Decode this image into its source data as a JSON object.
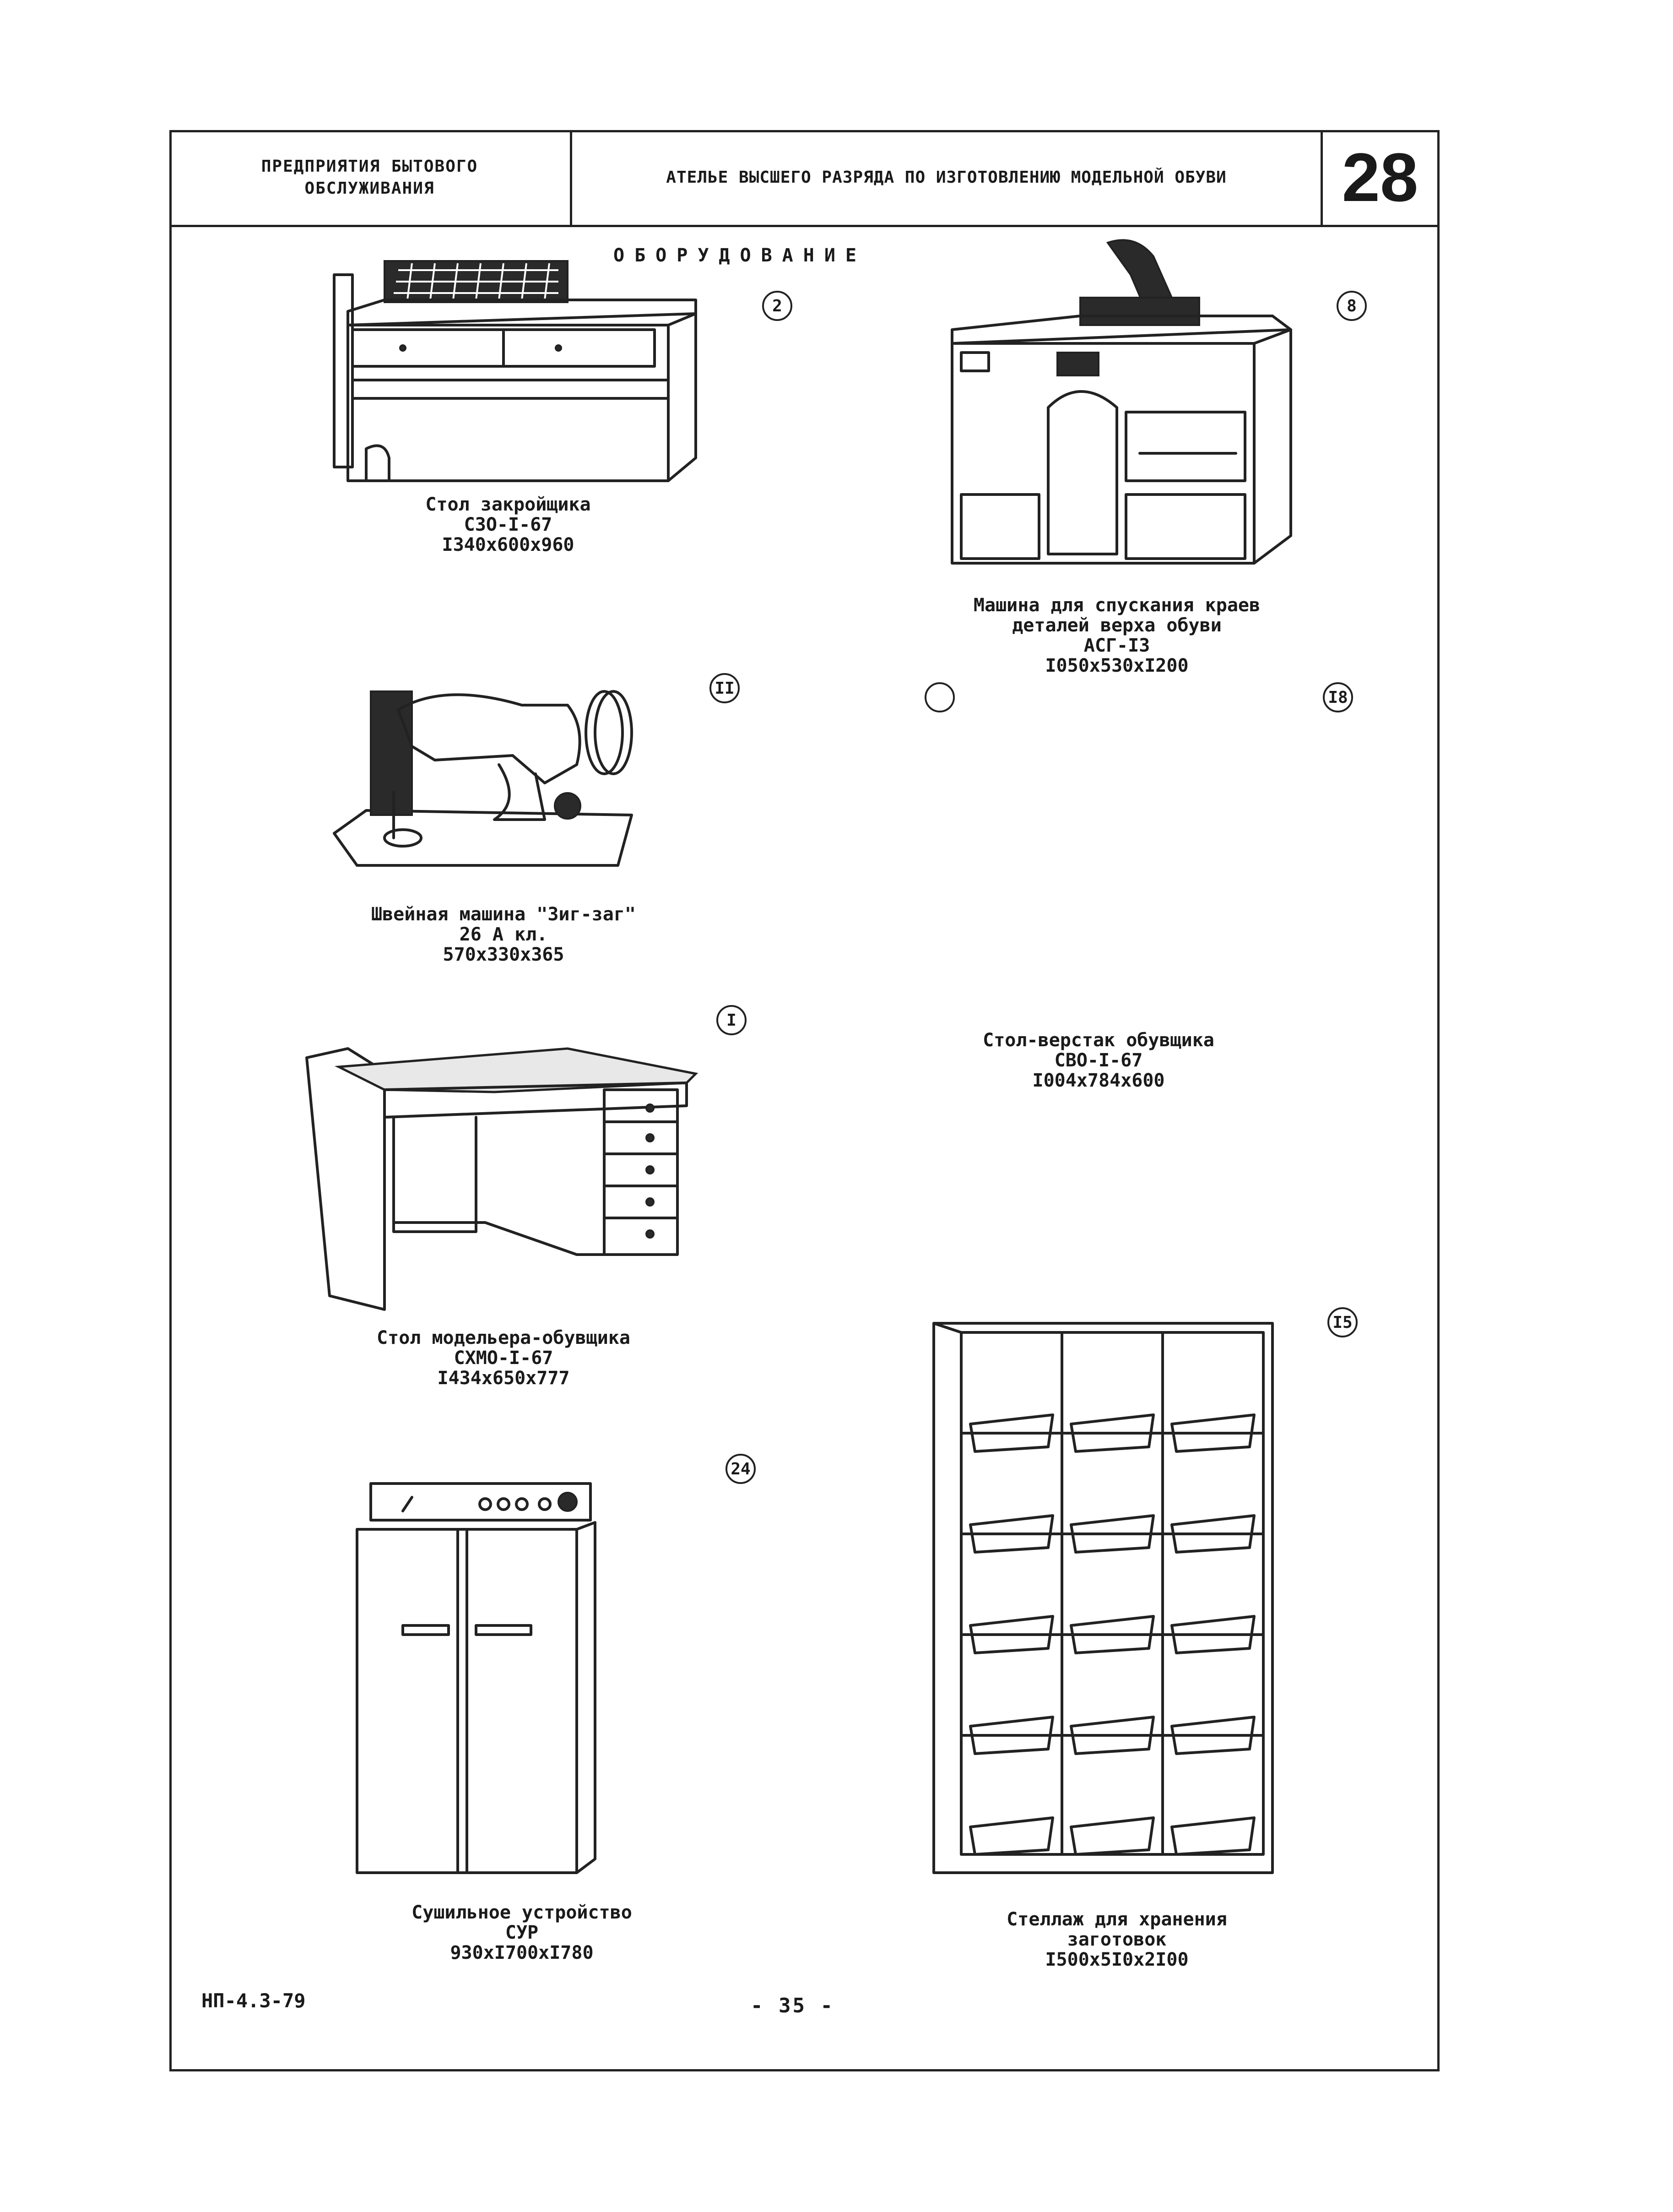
{
  "header": {
    "left_line1": "ПРЕДПРИЯТИЯ БЫТОВОГО",
    "left_line2": "ОБСЛУЖИВАНИЯ",
    "center": "АТЕЛЬЕ ВЫСШЕГО РАЗРЯДА ПО ИЗГОТОВЛЕНИЮ МОДЕЛЬНОЙ ОБУВИ",
    "sheet_number": "28"
  },
  "section_title": "ОБОРУДОВАНИЕ",
  "items": [
    {
      "number": "2",
      "caption": [
        "Стол закройщика",
        "СЗО-I-67",
        "I340x600x960"
      ]
    },
    {
      "number": "8",
      "caption": [
        "Машина для спускания краев",
        "деталей верха обуви",
        "АСГ-I3",
        "I050x530xI200"
      ]
    },
    {
      "number": "II",
      "caption": [
        "Швейная машина \"Зиг-заг\"",
        "26 А кл.",
        "570x330x365"
      ]
    },
    {
      "number": "I8",
      "caption": [
        "Стол-верстак обувщика",
        "СВО-I-67",
        "I004x784x600"
      ]
    },
    {
      "number": "I",
      "caption": [
        "Стол модельера-обувщика",
        "СХМО-I-67",
        "I434x650x777"
      ]
    },
    {
      "number": "I5",
      "caption": [
        "Стеллаж для хранения",
        "заготовок",
        "I500x5I0x2I00"
      ]
    },
    {
      "number": "24",
      "caption": [
        "Сушильное устройство",
        "СУР",
        "930xI700xI780"
      ]
    }
  ],
  "footer": {
    "code": "НП-4.3-79",
    "page": "- 35 -"
  }
}
